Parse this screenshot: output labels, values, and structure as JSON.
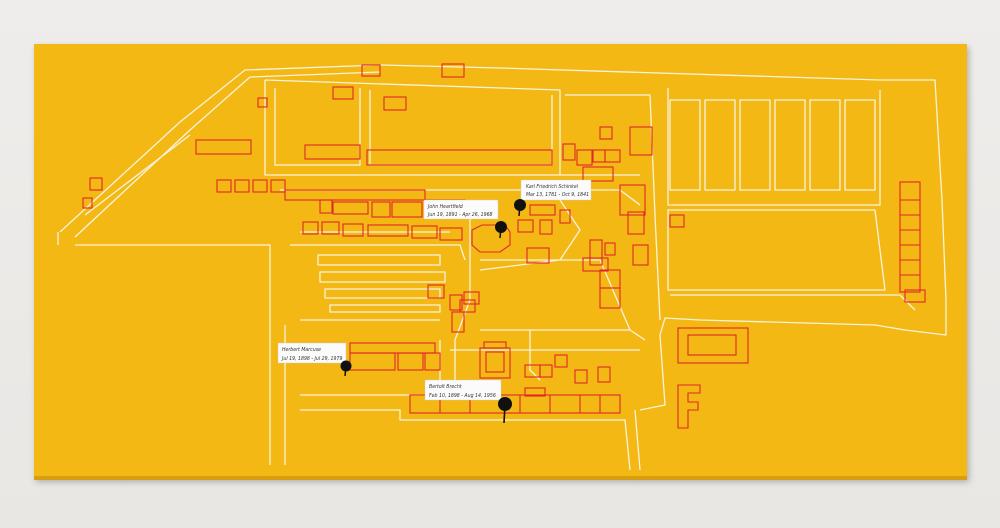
{
  "colors": {
    "canvas": "#f4b814",
    "paths": "#f7f3dc",
    "buildings": "#e0262a",
    "pins": "#111111",
    "label_bg": "#fbfbfb",
    "wall": "#ebe9e6"
  },
  "pins": [
    {
      "name": "Karl Friedrich Schinkel",
      "dates": "Mar 13, 1781 - Oct 9, 1841"
    },
    {
      "name": "John Heartfield",
      "dates": "Jun 19, 1891 - Apr 26, 1968"
    },
    {
      "name": "Herbert Marcuse",
      "dates": "Jul 19, 1898 - Jul 29, 1979"
    },
    {
      "name": "Bertolt Brecht",
      "dates": "Feb 10, 1898 - Aug 14, 1956"
    }
  ],
  "icons": {
    "pin": "map-pin-icon"
  }
}
